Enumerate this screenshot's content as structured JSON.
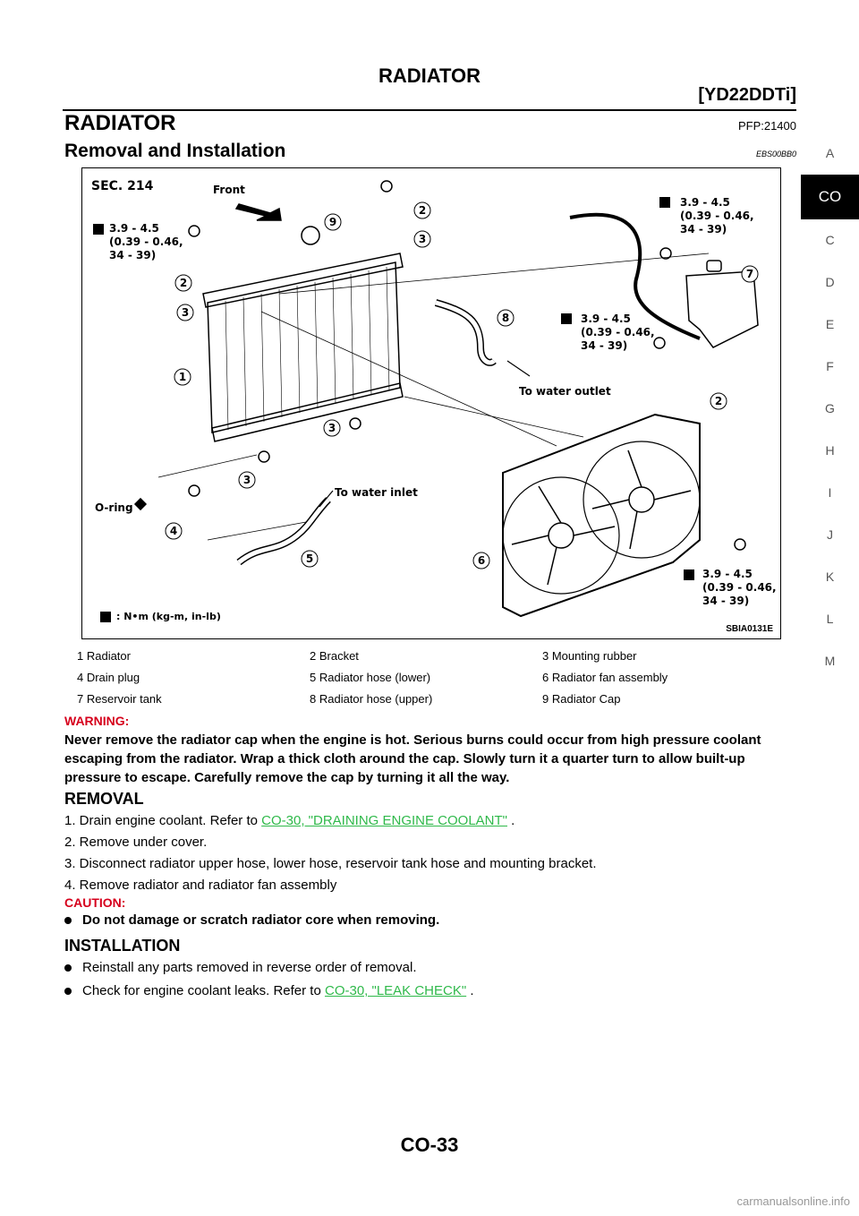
{
  "header": {
    "title": "RADIATOR",
    "engine": "[YD22DDTi]"
  },
  "side_tabs": [
    "A",
    "CO",
    "C",
    "D",
    "E",
    "F",
    "G",
    "H",
    "I",
    "J",
    "K",
    "L",
    "M"
  ],
  "section": {
    "title": "RADIATOR",
    "pfp": "PFP:21400"
  },
  "subsection": {
    "title": "Removal and Installation",
    "code": "EBS00BB0"
  },
  "figure": {
    "sec": "SEC. 214",
    "front": "Front",
    "torque_a": "3.9 - 4.5",
    "torque_b": "(0.39 - 0.46,",
    "torque_c": "34 - 39)",
    "to_water_outlet": "To water outlet",
    "to_water_inlet": "To water inlet",
    "oring": "O-ring",
    "unit_note": ": N•m (kg-m, in-lb)",
    "code": "SBIA0131E",
    "callouts": [
      "1",
      "2",
      "3",
      "2",
      "3",
      "9",
      "8",
      "7",
      "2",
      "3",
      "3",
      "4",
      "5",
      "6"
    ]
  },
  "legend": [
    [
      "1  Radiator",
      "2  Bracket",
      "3  Mounting rubber"
    ],
    [
      "4  Drain plug",
      "5  Radiator hose (lower)",
      "6  Radiator fan assembly"
    ],
    [
      "7  Reservoir tank",
      "8  Radiator hose (upper)",
      "9  Radiator  Cap"
    ]
  ],
  "warning": {
    "head": "WARNING:",
    "text": "Never remove the radiator cap when the engine is hot. Serious burns could occur from high pressure coolant  escaping from the radiator.  Wrap a  thick cloth around the cap. Slowly turn it a quarter turn to allow built-up pressure to escape. Carefully remove the cap by turning it all the way."
  },
  "removal": {
    "title": "REMOVAL",
    "step1_prefix": "1.  Drain engine coolant. Refer to ",
    "step1_link": "CO-30, \"DRAINING ENGINE COOLANT\"",
    "step1_suffix": " .",
    "step2": "2.  Remove under cover.",
    "step3": "3.  Disconnect radiator upper hose, lower hose, reservoir tank hose and mounting bracket.",
    "step4": "4.  Remove radiator and radiator fan assembly",
    "caution_head": "CAUTION:",
    "caution1": "Do not damage or scratch radiator core when removing."
  },
  "installation": {
    "title": "INSTALLATION",
    "bullet1": "Reinstall any parts removed  in  reverse order of removal.",
    "bullet2_prefix": "Check for engine coolant leaks. Refer to ",
    "bullet2_link": "CO-30, \"LEAK CHECK\"",
    "bullet2_suffix": " ."
  },
  "page_number": "CO-33",
  "watermark": "carmanualsonline.info"
}
